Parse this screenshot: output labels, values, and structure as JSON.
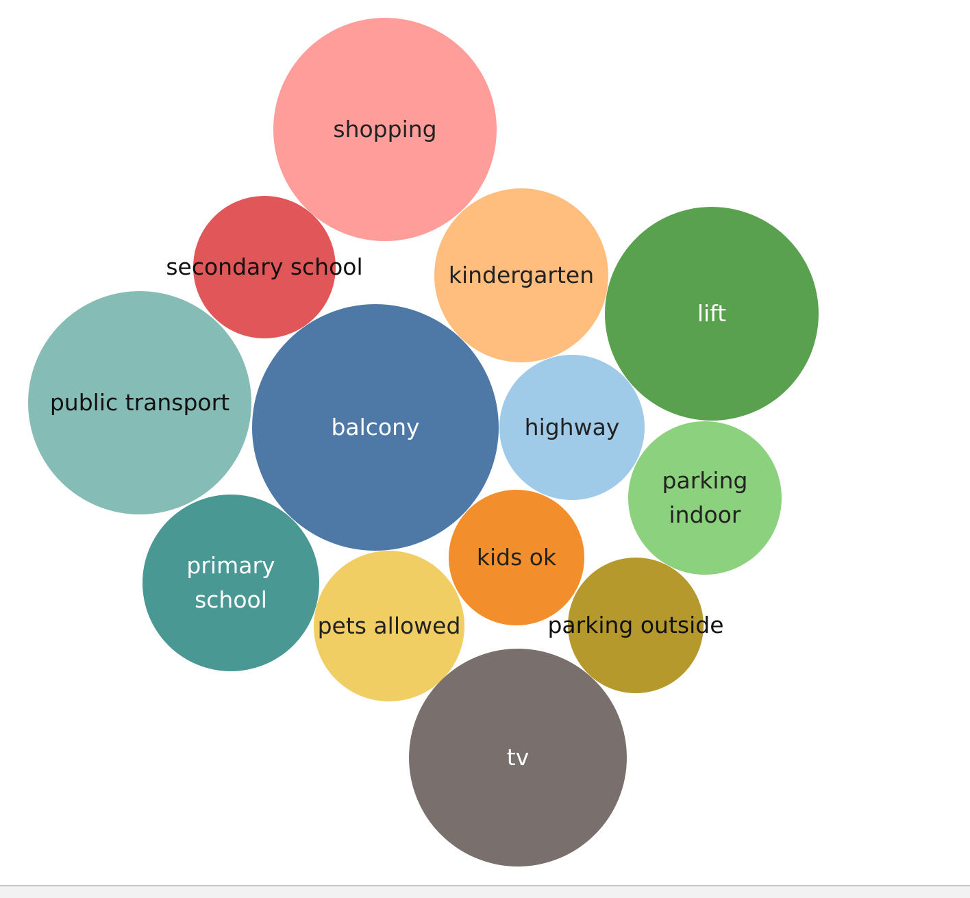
{
  "chart_data": {
    "type": "bubble",
    "title": "",
    "legend": "none",
    "bubbles": [
      {
        "label": "shopping",
        "color": "#ff9d9a",
        "text_color": "#222222"
      },
      {
        "label": "secondary school",
        "color": "#e15759",
        "text_color": "#111111"
      },
      {
        "label": "kindergarten",
        "color": "#ffbe7d",
        "text_color": "#222222"
      },
      {
        "label": "lift",
        "color": "#59a14f",
        "text_color": "#ffffff"
      },
      {
        "label": "public transport",
        "color": "#86bcb6",
        "text_color": "#111111"
      },
      {
        "label": "balcony",
        "color": "#4e79a7",
        "text_color": "#ffffff"
      },
      {
        "label": "highway",
        "color": "#a0cbe8",
        "text_color": "#222222"
      },
      {
        "label": "parking indoor",
        "lines": [
          "parking",
          "indoor"
        ],
        "color": "#8cd17d",
        "text_color": "#222222"
      },
      {
        "label": "primary school",
        "lines": [
          "primary",
          "school"
        ],
        "color": "#499894",
        "text_color": "#ffffff"
      },
      {
        "label": "kids ok",
        "color": "#f28e2b",
        "text_color": "#222222"
      },
      {
        "label": "pets allowed",
        "color": "#f1ce63",
        "text_color": "#222222"
      },
      {
        "label": "parking outside",
        "color": "#b6992d",
        "text_color": "#111111"
      },
      {
        "label": "tv",
        "color": "#79706e",
        "text_color": "#ffffff"
      }
    ]
  }
}
